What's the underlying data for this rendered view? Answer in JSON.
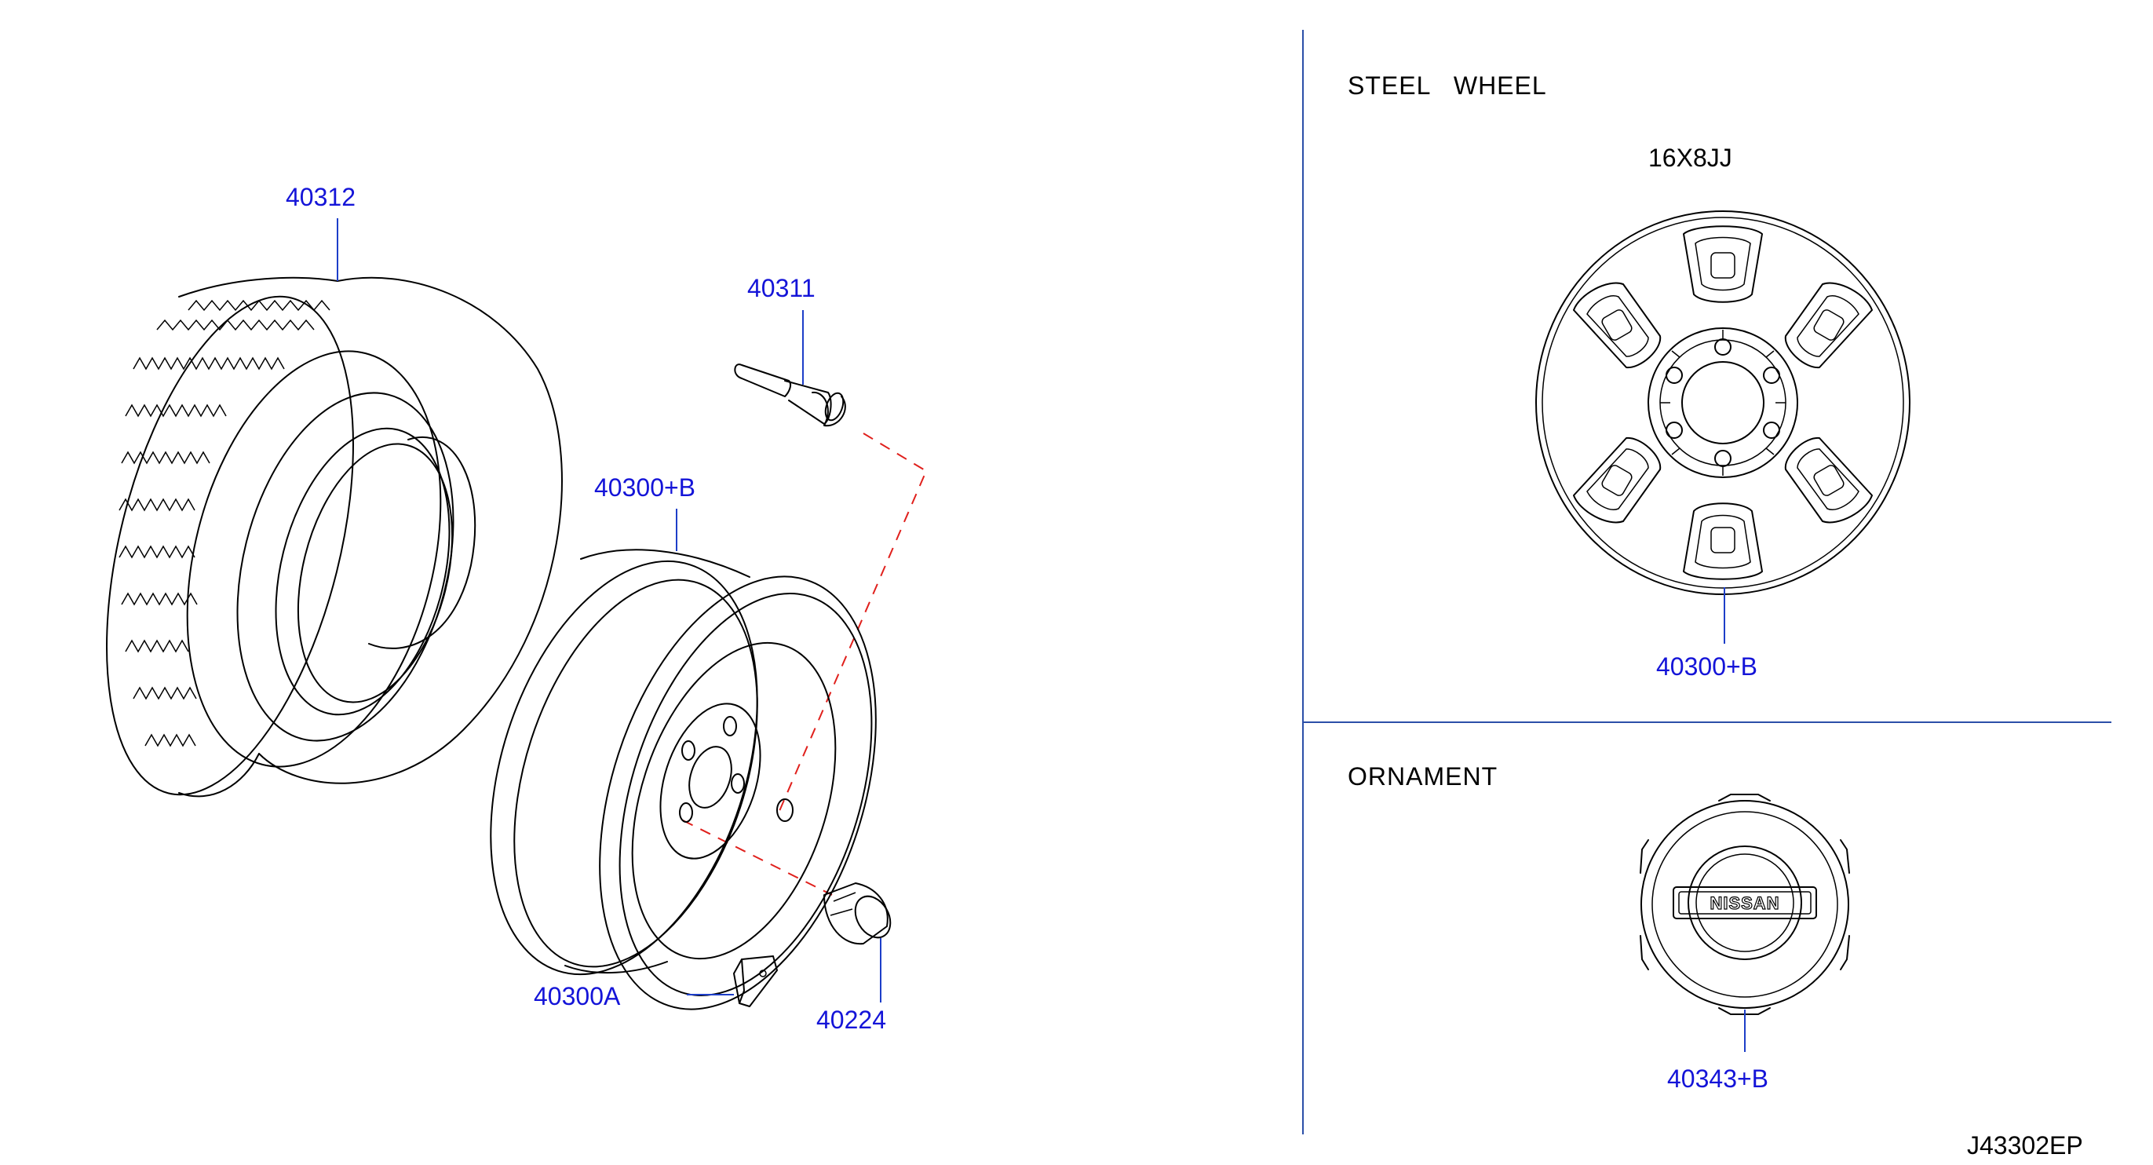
{
  "diagram_code": "J43302EP",
  "sections": {
    "steel_wheel": {
      "title": "STEEL   WHEEL",
      "size": "16X8JJ"
    },
    "ornament": {
      "title": "ORNAMENT",
      "emblem": "NISSAN"
    }
  },
  "callouts": {
    "tire": "40312",
    "valve": "40311",
    "wheel_exploded": "40300+B",
    "balance_weight": "40300A",
    "lug_nut": "40224",
    "wheel_steel": "40300+B",
    "ornament": "40343+B"
  },
  "colors": {
    "callout_text": "#1414d8",
    "leader_line": "#1d3ec8",
    "divider": "#2b4fa8",
    "dashed_line": "#e0201c",
    "line_art": "#000000"
  }
}
